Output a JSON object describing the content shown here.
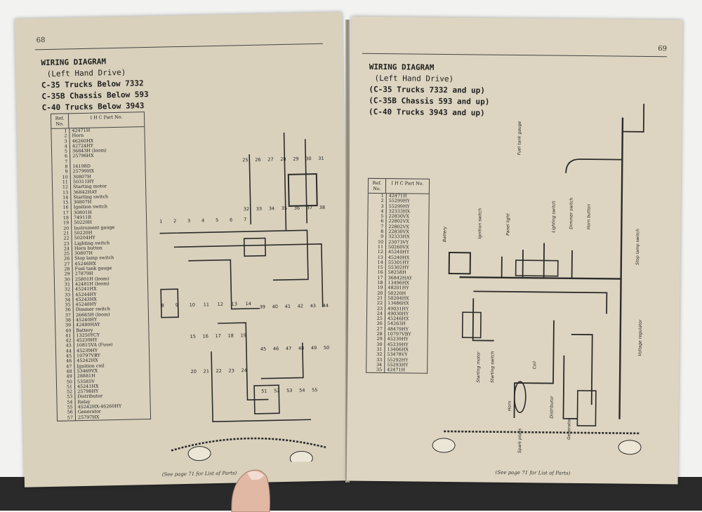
{
  "left_page": {
    "page_number": "68",
    "title_lines": [
      "WIRING DIAGRAM",
      "(Left Hand Drive)",
      "C-35 Trucks Below 7332",
      "C-35B Chassis Below 593",
      "C-40 Trucks Below 3943"
    ],
    "table_header": {
      "ref": "Ref. No.",
      "part": "I H C Part No."
    },
    "parts": [
      [
        "1",
        "42471H"
      ],
      [
        "2",
        "Horn"
      ],
      [
        "3",
        "46260HX"
      ],
      [
        "4",
        "42724HY"
      ],
      [
        "5",
        "36843H (loom)"
      ],
      [
        "6",
        "25796HX"
      ],
      [
        "7",
        ""
      ],
      [
        "8",
        "16198D"
      ],
      [
        "9",
        "25799HX"
      ],
      [
        "10",
        "30807H"
      ],
      [
        "11",
        "50311HY"
      ],
      [
        "12",
        "Starting motor"
      ],
      [
        "13",
        "36842HAY"
      ],
      [
        "14",
        "Starting switch"
      ],
      [
        "15",
        "30807H"
      ],
      [
        "16",
        "Ignition switch"
      ],
      [
        "17",
        "30801H"
      ],
      [
        "18",
        "74911R"
      ],
      [
        "19",
        "50220H"
      ],
      [
        "20",
        "Instrument gauge"
      ],
      [
        "21",
        "50220H"
      ],
      [
        "22",
        "50204HY"
      ],
      [
        "23",
        "Lighting switch"
      ],
      [
        "24",
        "Horn button"
      ],
      [
        "25",
        "30807H"
      ],
      [
        "26",
        "Stop lamp switch"
      ],
      [
        "27",
        "45246HX"
      ],
      [
        "28",
        "Fuel tank gauge"
      ],
      [
        "29",
        "27879H"
      ],
      [
        "30",
        "25801H (loom)"
      ],
      [
        "31",
        "42481H (loom)"
      ],
      [
        "32",
        "45241HX"
      ],
      [
        "33",
        "45244HY"
      ],
      [
        "34",
        "45243HX"
      ],
      [
        "35",
        "45248HY"
      ],
      [
        "36",
        "Dimmer switch"
      ],
      [
        "37",
        "26665H (loom)"
      ],
      [
        "38",
        "45240HY"
      ],
      [
        "39",
        "42480HAY"
      ],
      [
        "40",
        "Battery"
      ],
      [
        "41",
        "13250YCY"
      ],
      [
        "42",
        "45239HY"
      ],
      [
        "43",
        "10815VA (Fuse)"
      ],
      [
        "44",
        "45239HY"
      ],
      [
        "45",
        "10797VBY"
      ],
      [
        "46",
        "45242HX"
      ],
      [
        "47",
        "Ignition coil"
      ],
      [
        "48",
        "53469VX"
      ],
      [
        "49",
        "28881H"
      ],
      [
        "50",
        "53585V"
      ],
      [
        "51",
        "45241HX"
      ],
      [
        "52",
        "25798HY"
      ],
      [
        "53",
        "Distributor"
      ],
      [
        "54",
        "Relay"
      ],
      [
        "55",
        "45242HX-46260HY"
      ],
      [
        "56",
        "Generator"
      ],
      [
        "57",
        "25797HX"
      ]
    ],
    "diagram_callouts": [
      "25",
      "26",
      "27",
      "28",
      "29",
      "30",
      "31",
      "32",
      "33",
      "34",
      "35",
      "36",
      "37",
      "38",
      "39",
      "40",
      "41",
      "42",
      "43",
      "44",
      "45",
      "46",
      "47",
      "48",
      "49",
      "50",
      "51",
      "52",
      "53",
      "54",
      "55",
      "1",
      "2",
      "3",
      "4",
      "5",
      "6",
      "7",
      "8",
      "9",
      "10",
      "11",
      "12",
      "13",
      "14",
      "15",
      "16",
      "17",
      "18",
      "19",
      "20",
      "21",
      "22",
      "23",
      "24"
    ],
    "footer": "(See page 71 for List of Parts)"
  },
  "right_page": {
    "page_number": "69",
    "title_lines": [
      "WIRING DIAGRAM",
      "(Left Hand Drive)",
      "(C-35 Trucks 7332 and up)",
      "(C-35B Chassis 593 and up)",
      "(C-40 Trucks 3943 and up)"
    ],
    "table_header": {
      "ref": "Ref. No.",
      "part": "I H C Part No."
    },
    "parts": [
      [
        "1",
        "42471H"
      ],
      [
        "2",
        "55299HY"
      ],
      [
        "3",
        "55299HY"
      ],
      [
        "4",
        "32333HX"
      ],
      [
        "5",
        "22830VX"
      ],
      [
        "6",
        "22802VX"
      ],
      [
        "7",
        "22802VX"
      ],
      [
        "8",
        "22830VX"
      ],
      [
        "9",
        "32333HX"
      ],
      [
        "10",
        "23073VY"
      ],
      [
        "11",
        "50260VX"
      ],
      [
        "12",
        "45240HY"
      ],
      [
        "13",
        "45240HX"
      ],
      [
        "14",
        "55301HY"
      ],
      [
        "15",
        "55302HY"
      ],
      [
        "16",
        "58258H"
      ],
      [
        "17",
        "36842HAY"
      ],
      [
        "18",
        "13496HX"
      ],
      [
        "19",
        "48201HY"
      ],
      [
        "20",
        "50220H"
      ],
      [
        "21",
        "50204HX"
      ],
      [
        "22",
        "13486HX"
      ],
      [
        "23",
        "49031HY"
      ],
      [
        "24",
        "49030HY"
      ],
      [
        "25",
        "45246HX"
      ],
      [
        "26",
        "54263H"
      ],
      [
        "27",
        "48479HY"
      ],
      [
        "28",
        "10797VBY"
      ],
      [
        "29",
        "45239HY"
      ],
      [
        "30",
        "45239HY"
      ],
      [
        "31",
        "13406HX"
      ],
      [
        "32",
        "53478VY"
      ],
      [
        "33",
        "55292HY"
      ],
      [
        "34",
        "55293HY"
      ],
      [
        "35",
        "42471H"
      ]
    ],
    "diagram_labels": [
      "Battery",
      "Ignition switch",
      "Panel light",
      "Lighting switch",
      "Dimmer switch",
      "Horn button",
      "Fuel tank gauge",
      "Stop lamp switch",
      "Voltage regulator",
      "Starting motor",
      "Starting switch",
      "Coil",
      "Horn",
      "Distributor",
      "Generator",
      "Spark plugs"
    ],
    "footer": "(See page 71 for List of Parts)"
  }
}
